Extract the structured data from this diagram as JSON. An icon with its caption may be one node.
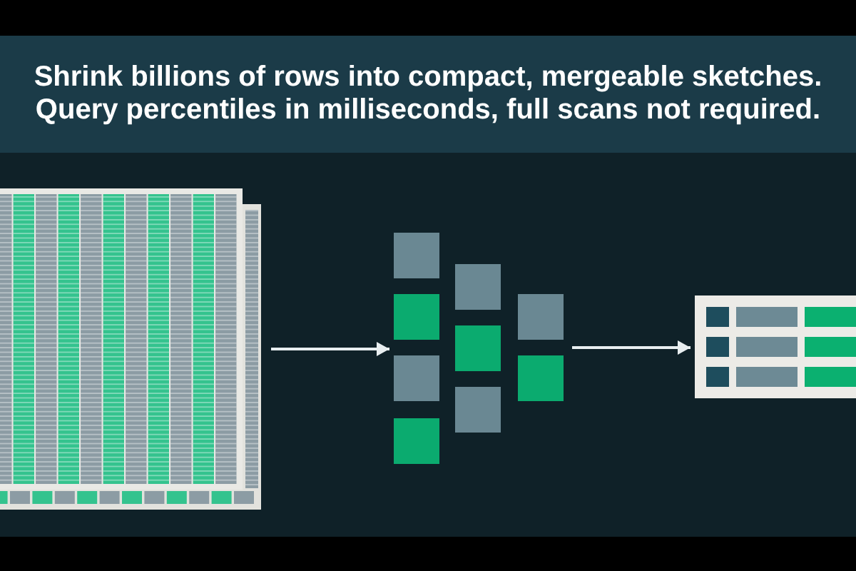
{
  "diagram": {
    "title": "Shrink billions of rows into compact, mergeable sketches. Query percentiles in milliseconds, full scans not required.",
    "nodes": [
      {
        "text": [],
        "shape": "picture"
      },
      {
        "text": [],
        "shape": "picture"
      },
      {
        "text": [],
        "shape": "picture"
      }
    ],
    "edges": [
      {
        "from": 0,
        "to": 1,
        "arrow": "to"
      },
      {
        "from": 1,
        "to": 2,
        "arrow": "to"
      }
    ]
  }
}
